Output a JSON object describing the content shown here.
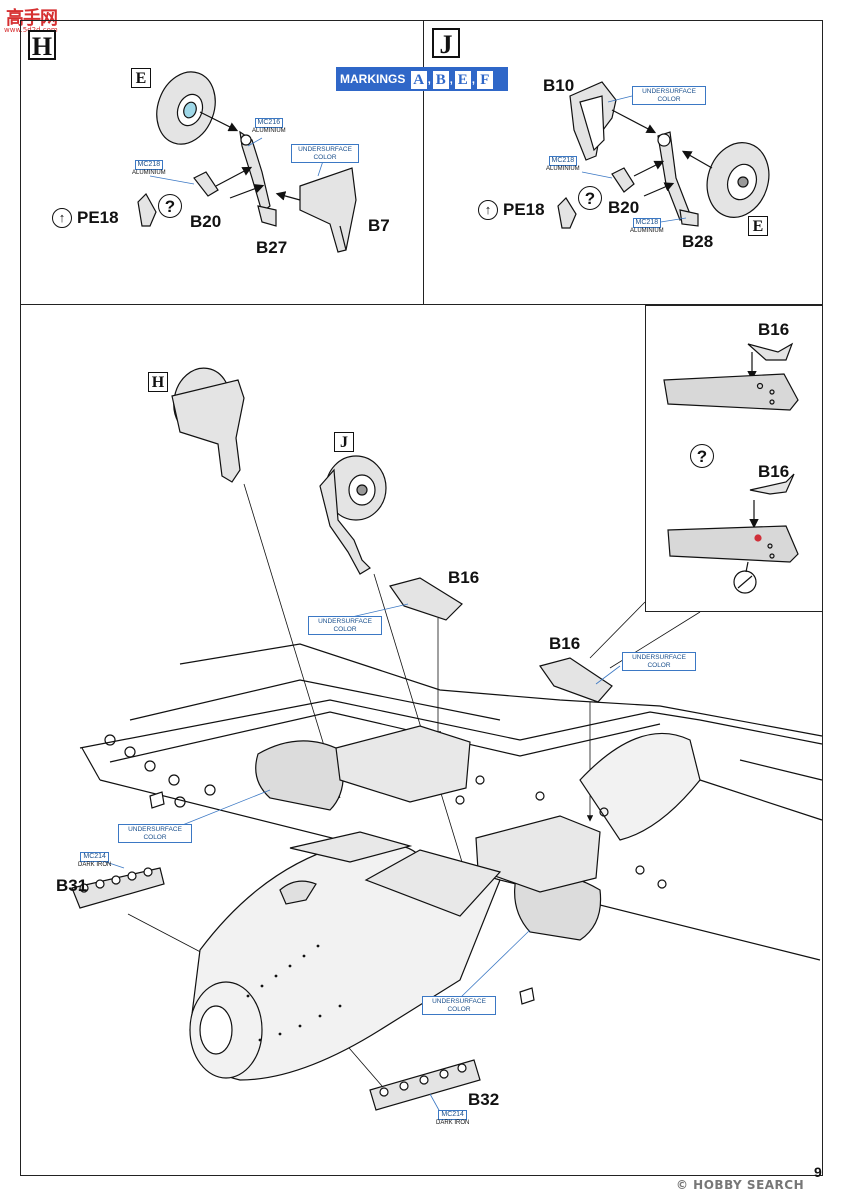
{
  "logo": {
    "text": "高手网",
    "url": "www.5d2d.com"
  },
  "steps": {
    "h": "H",
    "j": "J"
  },
  "markings": {
    "label": "MARKINGS",
    "letters": [
      "A",
      "B",
      "E",
      "F"
    ],
    "separator": ","
  },
  "detail_letters": {
    "e": "E",
    "h": "H",
    "j": "J"
  },
  "parts": {
    "pe18_h": "PE18",
    "b20_h": "B20",
    "b27": "B27",
    "b7": "B7",
    "b10": "B10",
    "pe18_j": "PE18",
    "b20_j": "B20",
    "b28": "B28",
    "b16_inset1": "B16",
    "b16_inset2": "B16",
    "b16_main1": "B16",
    "b16_main2": "B16",
    "b31": "B31",
    "b32": "B32"
  },
  "colors": {
    "mc216_h_top": {
      "code": "MC216",
      "name": "ALUMINIUM"
    },
    "mc216_h_left": {
      "code": "MC218",
      "name": "ALUMINIUM"
    },
    "usf_h": "UNDERSURFACE COLOR",
    "usf_j": "UNDERSURFACE COLOR",
    "mc218_j_left": {
      "code": "MC218",
      "name": "ALUMINIUM"
    },
    "mc218_j_bottom": {
      "code": "MC218",
      "name": "ALUMINIUM"
    },
    "usf_main1": "UNDERSURFACE COLOR",
    "usf_main2": "UNDERSURFACE COLOR",
    "usf_main3": "UNDERSURFACE COLOR",
    "usf_main4": "UNDERSURFACE COLOR",
    "mc214_b31": {
      "code": "MC214",
      "name": "DARK IRON"
    },
    "mc214_b32": {
      "code": "MC214",
      "name": "DARK IRON"
    }
  },
  "symbols": {
    "question": "?",
    "arrow": "↑"
  },
  "page_number": "9",
  "watermark": "© HOBBY SEARCH"
}
